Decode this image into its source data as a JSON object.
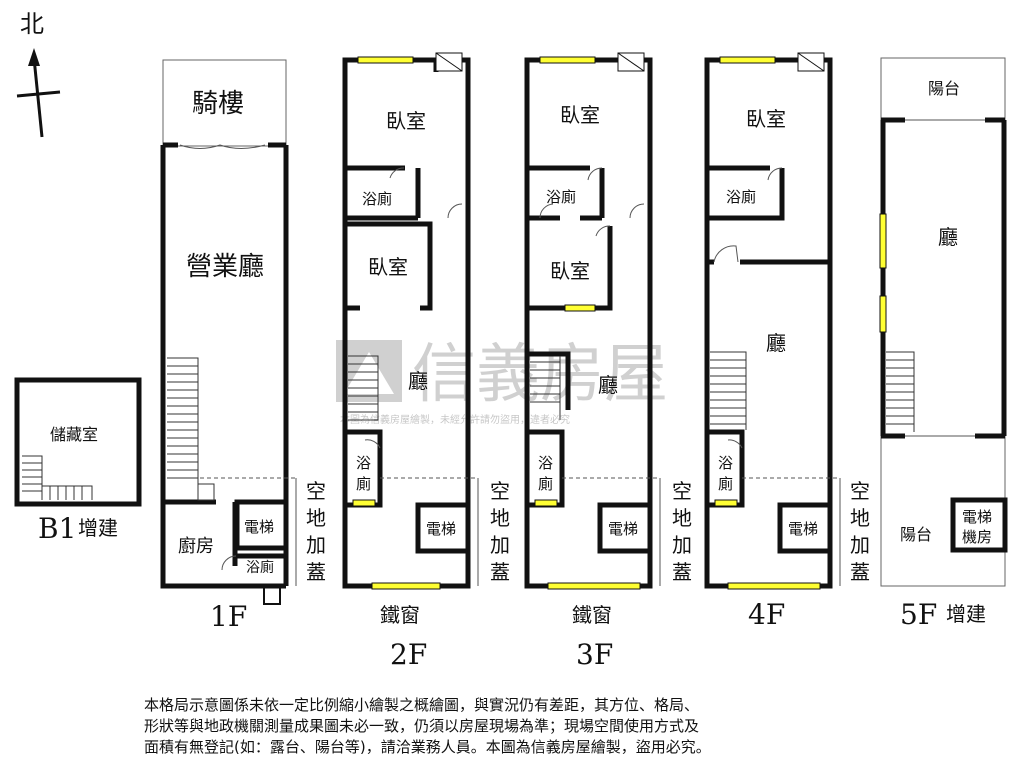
{
  "compass": {
    "label": "北"
  },
  "watermark": {
    "brand": "信義房屋",
    "notice": "本圖為信義房屋繪製，未經允許請勿盜用，違者必究"
  },
  "floors": {
    "b1": {
      "label": "B1",
      "suffix": "增建",
      "rooms": {
        "storage": "儲藏室"
      }
    },
    "f1": {
      "label": "1F",
      "rooms": {
        "arcade": "騎樓",
        "business_hall": "營業廳",
        "kitchen": "廚房",
        "elevator": "電梯",
        "bathroom": "浴廁"
      }
    },
    "f2": {
      "label": "2F",
      "window": "鐵窗",
      "rooms": {
        "bedroom1": "臥室",
        "bathroom1": "浴廁",
        "bedroom2": "臥室",
        "hall": "廳",
        "bathroom2": [
          "浴",
          "廁"
        ],
        "elevator": "電梯"
      }
    },
    "f3": {
      "label": "3F",
      "window": "鐵窗",
      "rooms": {
        "bedroom1": "臥室",
        "bathroom1": "浴廁",
        "bedroom2": "臥室",
        "hall": "廳",
        "bathroom2": [
          "浴",
          "廁"
        ],
        "elevator": "電梯"
      }
    },
    "f4": {
      "label": "4F",
      "rooms": {
        "bedroom": "臥室",
        "bathroom1": "浴廁",
        "hall": "廳",
        "bathroom2": [
          "浴",
          "廁"
        ],
        "elevator": "電梯"
      }
    },
    "f5": {
      "label": "5F",
      "suffix": "增建",
      "rooms": {
        "balcony_top": "陽台",
        "hall": "廳",
        "balcony_bottom": "陽台",
        "machine_room": [
          "電梯",
          "機房"
        ]
      }
    }
  },
  "open_space_label": [
    "空",
    "地",
    "加",
    "蓋"
  ],
  "disclaimer": [
    "本格局示意圖係未依一定比例縮小繪製之概繪圖，與實況仍有差距，其方位、格局、",
    "形狀等與地政機關測量成果圖未必一致，仍須以房屋現場為準；現場空間使用方式及",
    "面積有無登記(如：露台、陽台等)，請洽業務人員。本圖為信義房屋繪製，盜用必究。"
  ],
  "colors": {
    "wall": "#111111",
    "window": "#ffff33",
    "watermark": "#b9b9b9"
  }
}
